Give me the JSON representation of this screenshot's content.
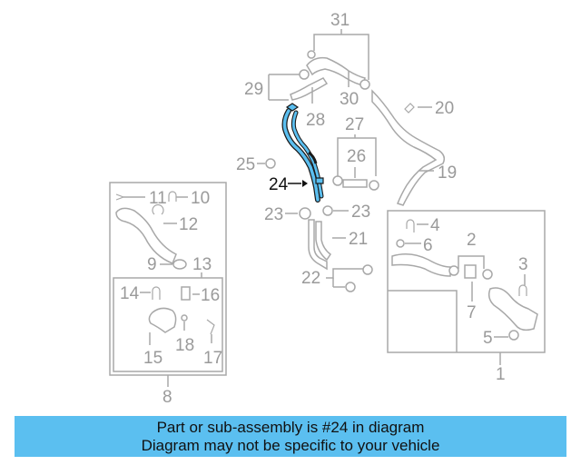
{
  "callouts": {
    "c1": "1",
    "c2": "2",
    "c3": "3",
    "c4": "4",
    "c5": "5",
    "c6": "6",
    "c7": "7",
    "c8": "8",
    "c9": "9",
    "c10": "10",
    "c11": "11",
    "c12": "12",
    "c13": "13",
    "c14": "14",
    "c15": "15",
    "c16": "16",
    "c17": "17",
    "c18": "18",
    "c19": "19",
    "c20": "20",
    "c21": "21",
    "c22": "22",
    "c23a": "23",
    "c23b": "23",
    "c24": "24",
    "c25": "25",
    "c26": "26",
    "c27": "27",
    "c28": "28",
    "c29": "29",
    "c30": "30",
    "c31": "31"
  },
  "highlight": {
    "part": "24",
    "color": "#5bbff0"
  },
  "banner": {
    "line1": "Part or sub-assembly is #24 in diagram",
    "line2": "Diagram may not be specific to your vehicle",
    "background": "#5bbff0"
  }
}
